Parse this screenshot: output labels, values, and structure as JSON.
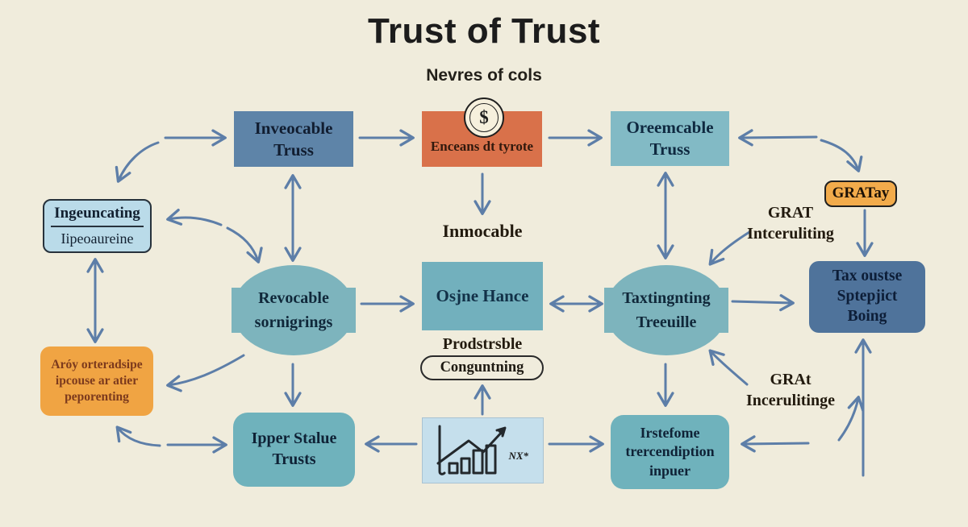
{
  "title": "Trust of Trust",
  "subtitle": "Nevres of cols",
  "colors": {
    "background": "#f0ecdc",
    "arrow": "#5d7ea8",
    "steel_blue_box": "#5e84a8",
    "orange_box": "#d9714a",
    "teal_box": "#7db4bd",
    "light_blue_bordered_box": "#badbe9",
    "amber_box": "#f0a443",
    "dark_blue_box": "#4f739b",
    "chart_box": "#c5dfec"
  },
  "nodes": {
    "inveocable_truss": {
      "line1": "Inveocable",
      "line2": "Truss"
    },
    "enceans": {
      "label": "Enceans dt tyrote",
      "coin_symbol": "$"
    },
    "oreemcable_truss": {
      "line1": "Oreemcable",
      "line2": "Truss"
    },
    "ingeuncating": {
      "line1": "Ingeuncating",
      "line2": "Iipeoaureine"
    },
    "aroy_note": {
      "line1": "Aróy orteradsipe",
      "line2": "ipcouse ar atier",
      "line3": "peporenting"
    },
    "revocable": {
      "line1": "Revocable",
      "line2": "sornigrings"
    },
    "inmocable_label": "Inmocable",
    "osjne_hance": {
      "label": "Osjne Hance"
    },
    "prodstrsble_label": "Prodstrsble",
    "conguntning": {
      "label": "Conguntning"
    },
    "taxtingnting": {
      "line1": "Taxtingnting",
      "line2": "Treeuille"
    },
    "grat_upper": {
      "line1": "GRAT",
      "line2": "Intceruliting"
    },
    "gratay": {
      "label": "GRATay"
    },
    "tax_oustse": {
      "line1": "Tax oustse",
      "line2": "Sptepjict",
      "line3": "Boing"
    },
    "grat_lower": {
      "line1": "GRAt",
      "line2": "Incerulitinge"
    },
    "ipper_stalue": {
      "line1": "Ipper Stalue",
      "line2": "Trusts"
    },
    "chart_box": {
      "label": "NX*"
    },
    "irstefome": {
      "line1": "Irstefome",
      "line2": "trercendiption",
      "line3": "inpuer"
    }
  }
}
